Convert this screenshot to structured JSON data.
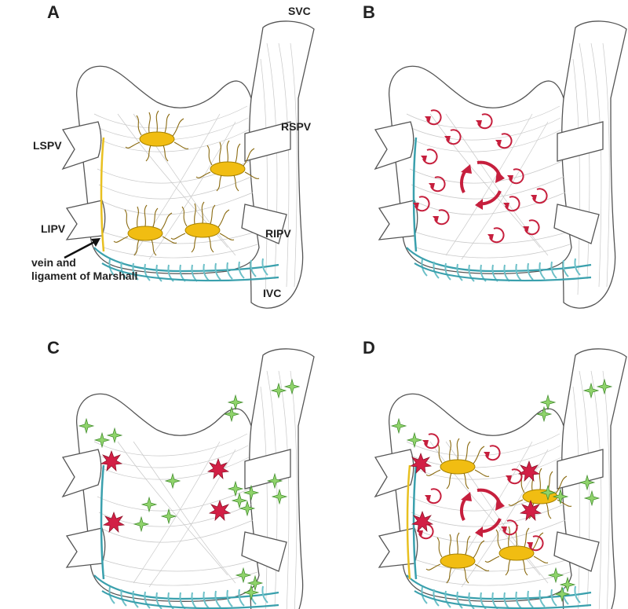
{
  "panels": [
    {
      "letter": "A",
      "labels": {
        "svc": "SVC",
        "rspv": "RSPV",
        "lspv": "LSPV",
        "lipv": "LIPV",
        "ripv": "RIPV",
        "ivc": "IVC",
        "marshall_line1": "vein and",
        "marshall_line2": "ligament of Marshall"
      }
    },
    {
      "letter": "B"
    },
    {
      "letter": "C"
    },
    {
      "letter": "D"
    }
  ],
  "colors": {
    "ganglion": "#f1bd12",
    "rotor": "#c61f3d",
    "green_star": "#8fd36b",
    "red_star": "#d21f45",
    "coronary_sinus": "#6cc0c8",
    "vein_marshall_yellow": "#e8c020",
    "vein_marshall_blue": "#3aa0ad"
  },
  "icons": [
    "ganglion-icon",
    "rotor-icon",
    "green-star-icon",
    "red-star-icon"
  ]
}
